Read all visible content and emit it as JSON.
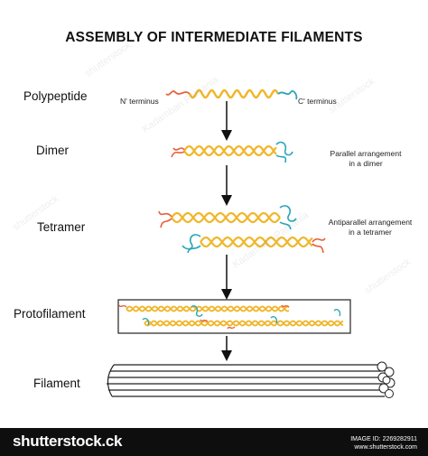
{
  "title": "ASSEMBLY OF INTERMEDIATE FILAMENTS",
  "stages": {
    "polypeptide": "Polypeptide",
    "dimer": "Dimer",
    "tetramer": "Tetramer",
    "protofilament": "Protofilament",
    "filament": "Filament"
  },
  "labels": {
    "n_terminus": "N' terminus",
    "c_terminus": "C' terminus",
    "parallel_1": "Parallel arrangement",
    "parallel_2": "in a dimer",
    "antiparallel_1": "Antiparallel arrangement",
    "antiparallel_2": "in a tetramer"
  },
  "watermark": {
    "artist": "Kadambari Pathania",
    "site": "shutterstock"
  },
  "footer": {
    "brand": "shutterstock.ck",
    "image_id": "IMAGE ID: 2269282911",
    "url": "www.shutterstock.com"
  },
  "colors": {
    "helix": "#f0b62a",
    "n_terminus": "#e8603c",
    "c_terminus": "#2aa6b8",
    "arrow": "#111111",
    "footer_bg": "#0e0e0e"
  }
}
